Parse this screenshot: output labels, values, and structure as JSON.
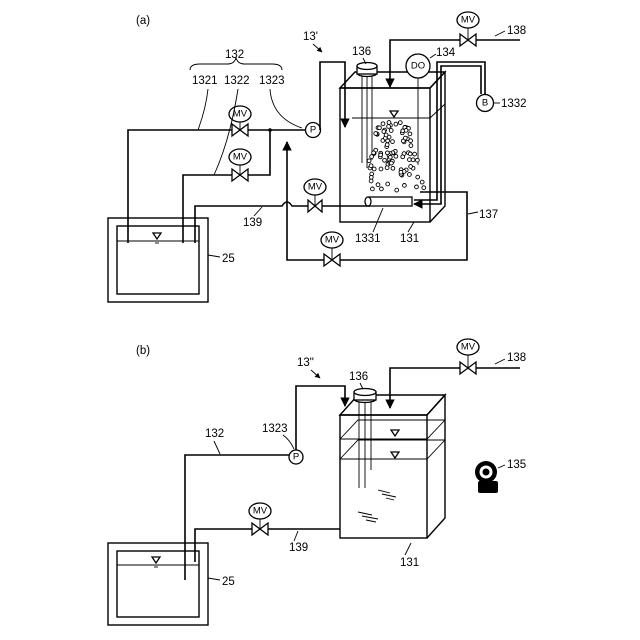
{
  "panel_a": {
    "label": "(a)",
    "system_ref": "13'",
    "pipe_group_ref": "132",
    "pipe_1321": "1321",
    "pipe_1322": "1322",
    "pipe_1323": "1323",
    "lid_ref": "136",
    "do_meter_ref": "134",
    "do_text": "DO",
    "blower_text": "B",
    "blower_ref": "1332",
    "inflow_ref": "138",
    "pump_text": "P",
    "valve_text": "MV",
    "drain_ref": "139",
    "return_ref": "137",
    "diffuser_ref": "1331",
    "tank_ref": "131",
    "storage_ref": "25"
  },
  "panel_b": {
    "label": "(b)",
    "system_ref": "13\"",
    "lid_ref": "136",
    "inflow_ref": "138",
    "valve_text": "MV",
    "pipe_ref": "132",
    "pump_ref": "1323",
    "pump_text": "P",
    "camera_ref": "135",
    "drain_ref": "139",
    "tank_ref": "131",
    "storage_ref": "25"
  }
}
